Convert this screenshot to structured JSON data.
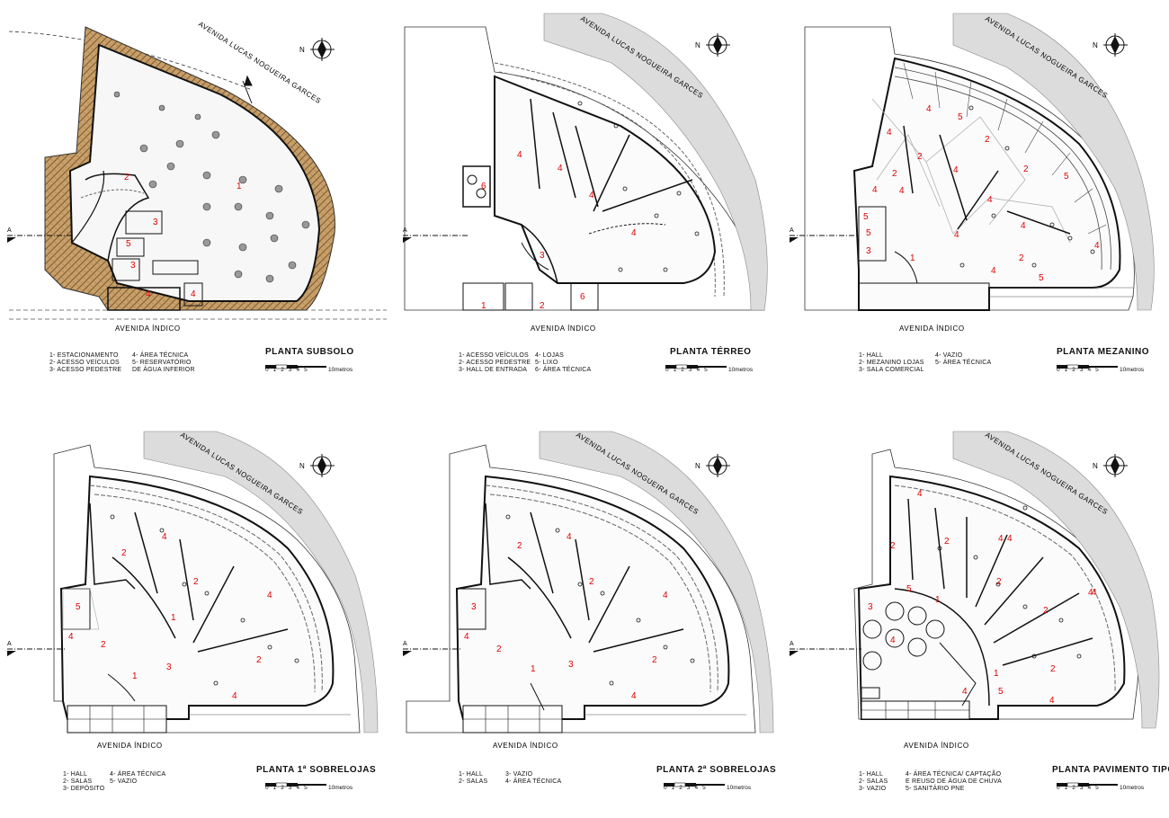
{
  "common": {
    "street_top": "AVENIDA LUCAS NOGUEIRA GARCES",
    "street_bottom": "AVENIDA ÍNDICO",
    "north": "N",
    "section_marker": "A",
    "scale_numbers": "0 1 2 3 4 5",
    "scale_unit": "10metros"
  },
  "plans": [
    {
      "title": "PLANTA SUBSOLO",
      "legend_left": [
        "1- ESTACIONAMENTO",
        "2- ACESSO VEÍCULOS",
        "3- ACESSO PEDESTRE"
      ],
      "legend_right": [
        "4- ÁREA TÉCNICA",
        "5- RESERVATÓRIO",
        "DE ÁGUA INFERIOR"
      ],
      "room_numbers": [
        "1",
        "2",
        "3",
        "5",
        "3",
        "4",
        "4"
      ]
    },
    {
      "title": "PLANTA TÉRREO",
      "legend_left": [
        "1- ACESSO VEÍCULOS",
        "2- ACESSO PEDESTRE",
        "3- HALL DE ENTRADA"
      ],
      "legend_right": [
        "4- LOJAS",
        "5- LIXO",
        "6- ÁREA TÉCNICA"
      ],
      "room_numbers": [
        "4",
        "4",
        "4",
        "4",
        "6",
        "3",
        "1",
        "2",
        "6"
      ]
    },
    {
      "title": "PLANTA MEZANINO",
      "legend_left": [
        "1- HALL",
        "2- MEZANINO LOJAS",
        "3- SALA COMERCIAL"
      ],
      "legend_right": [
        "4- VAZIO",
        "5- ÁREA TÉCNICA"
      ],
      "room_numbers": [
        "4",
        "5",
        "4",
        "2",
        "2",
        "4",
        "2",
        "2",
        "5",
        "4",
        "4",
        "4",
        "4",
        "5",
        "4",
        "3",
        "1",
        "4",
        "2",
        "5",
        "4",
        "5"
      ]
    },
    {
      "title": "PLANTA 1ª SOBRELOJAS",
      "legend_left": [
        "1- HALL",
        "2- SALAS",
        "3- DEPÓSITO"
      ],
      "legend_right": [
        "4- ÁREA TÉCNICA",
        "5- VAZIO"
      ],
      "room_numbers": [
        "2",
        "4",
        "2",
        "4",
        "5",
        "1",
        "4",
        "2",
        "3",
        "1",
        "2",
        "4"
      ]
    },
    {
      "title": "PLANTA 2ª SOBRELOJAS",
      "legend_left": [
        "1- HALL",
        "2- SALAS"
      ],
      "legend_right": [
        "3- VAZIO",
        "4- ÁREA TÉCNICA"
      ],
      "room_numbers": [
        "2",
        "4",
        "2",
        "4",
        "3",
        "4",
        "2",
        "1",
        "3",
        "2",
        "4"
      ]
    },
    {
      "title": "PLANTA PAVIMENTO TIPO",
      "legend_left": [
        "1- HALL",
        "2- SALAS",
        "3- VAZIO"
      ],
      "legend_right": [
        "4- ÁREA TÉCNICA/ CAPTAÇÃO",
        "E REUSO DE ÁGUA DE CHUVA",
        "5- SANITÁRIO PNE"
      ],
      "room_numbers": [
        "4",
        "2",
        "2",
        "4",
        "4",
        "2",
        "3",
        "5",
        "1",
        "4",
        "2",
        "4",
        "2",
        "1",
        "4",
        "5",
        "4",
        "4"
      ]
    }
  ]
}
